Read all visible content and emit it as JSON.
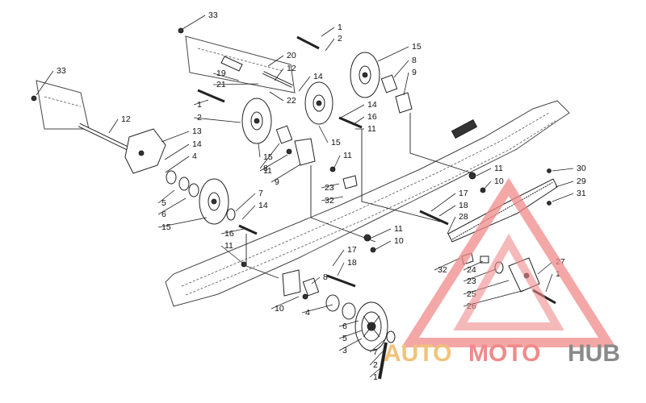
{
  "callouts": [
    {
      "id": "c33a",
      "label": "33"
    },
    {
      "id": "c33b",
      "label": "33"
    },
    {
      "id": "c1a",
      "label": "1"
    },
    {
      "id": "c2a",
      "label": "2"
    },
    {
      "id": "c15a",
      "label": "15"
    },
    {
      "id": "c8a",
      "label": "8"
    },
    {
      "id": "c9a",
      "label": "9"
    },
    {
      "id": "c20",
      "label": "20"
    },
    {
      "id": "c12a",
      "label": "12"
    },
    {
      "id": "c19",
      "label": "19"
    },
    {
      "id": "c21",
      "label": "21"
    },
    {
      "id": "c22",
      "label": "22"
    },
    {
      "id": "c14a",
      "label": "14"
    },
    {
      "id": "c1b",
      "label": "1"
    },
    {
      "id": "c2b",
      "label": "2"
    },
    {
      "id": "c14b",
      "label": "14"
    },
    {
      "id": "c16a",
      "label": "16"
    },
    {
      "id": "c11a",
      "label": "11"
    },
    {
      "id": "c12b",
      "label": "12"
    },
    {
      "id": "c13",
      "label": "13"
    },
    {
      "id": "c14c",
      "label": "14"
    },
    {
      "id": "c4a",
      "label": "4"
    },
    {
      "id": "c15b",
      "label": "15"
    },
    {
      "id": "c8b",
      "label": "8"
    },
    {
      "id": "c11b",
      "label": "11"
    },
    {
      "id": "c9b",
      "label": "9"
    },
    {
      "id": "c15c",
      "label": "15"
    },
    {
      "id": "c11c",
      "label": "11"
    },
    {
      "id": "c23a",
      "label": "23"
    },
    {
      "id": "c32a",
      "label": "32"
    },
    {
      "id": "c11d",
      "label": "11"
    },
    {
      "id": "c10a",
      "label": "10"
    },
    {
      "id": "c30",
      "label": "30"
    },
    {
      "id": "c29",
      "label": "29"
    },
    {
      "id": "c31",
      "label": "31"
    },
    {
      "id": "c5a",
      "label": "5"
    },
    {
      "id": "c6a",
      "label": "6"
    },
    {
      "id": "c15d",
      "label": "15"
    },
    {
      "id": "c7a",
      "label": "7"
    },
    {
      "id": "c14d",
      "label": "14"
    },
    {
      "id": "c17a",
      "label": "17"
    },
    {
      "id": "c18a",
      "label": "18"
    },
    {
      "id": "c28",
      "label": "28"
    },
    {
      "id": "c11e",
      "label": "11"
    },
    {
      "id": "c10b",
      "label": "10"
    },
    {
      "id": "c16b",
      "label": "16"
    },
    {
      "id": "c11f",
      "label": "11"
    },
    {
      "id": "c17b",
      "label": "17"
    },
    {
      "id": "c18b",
      "label": "18"
    },
    {
      "id": "c32b",
      "label": "32"
    },
    {
      "id": "c24",
      "label": "24"
    },
    {
      "id": "c23b",
      "label": "23"
    },
    {
      "id": "c25",
      "label": "25"
    },
    {
      "id": "c26",
      "label": "26"
    },
    {
      "id": "c27",
      "label": "27"
    },
    {
      "id": "c1c",
      "label": "1"
    },
    {
      "id": "c8c",
      "label": "8"
    },
    {
      "id": "c10c",
      "label": "10"
    },
    {
      "id": "c4b",
      "label": "4"
    },
    {
      "id": "c6b",
      "label": "6"
    },
    {
      "id": "c5b",
      "label": "5"
    },
    {
      "id": "c3",
      "label": "3"
    },
    {
      "id": "c7b",
      "label": "7"
    },
    {
      "id": "c2c",
      "label": "2"
    },
    {
      "id": "c1d",
      "label": "1"
    }
  ],
  "watermark": {
    "part1": "AUTO",
    "part2": "MOTO",
    "part3": "HUB",
    "triangle_color": "#f08a8a",
    "auto_color": "#f2c27a",
    "hub_color": "#8a8a8a"
  }
}
